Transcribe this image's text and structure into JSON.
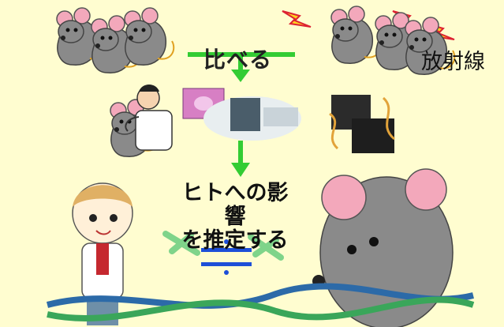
{
  "diagram": {
    "compare_label": "比べる",
    "radiation_label": "放射線",
    "estimate_label_line1": "ヒトへの影響",
    "estimate_label_line2": "を推定する"
  },
  "colors": {
    "background": "#fffdd0",
    "arrow": "#33cc33",
    "mouse_body": "#808080",
    "mouse_ear": "#f4a6b8",
    "bolt": "#ffd21f",
    "approx_sign": "#1d4fd8",
    "chromosome": "#7fd48a"
  },
  "icons": [
    "mouse-icon",
    "lightning-bolt-icon",
    "doctor-icon",
    "microscope-slide-icon",
    "lab-instrument-icon",
    "dna-sequencer-icon",
    "chromosome-icon",
    "boy-icon",
    "dna-helix-icon",
    "approximately-equal-icon"
  ]
}
